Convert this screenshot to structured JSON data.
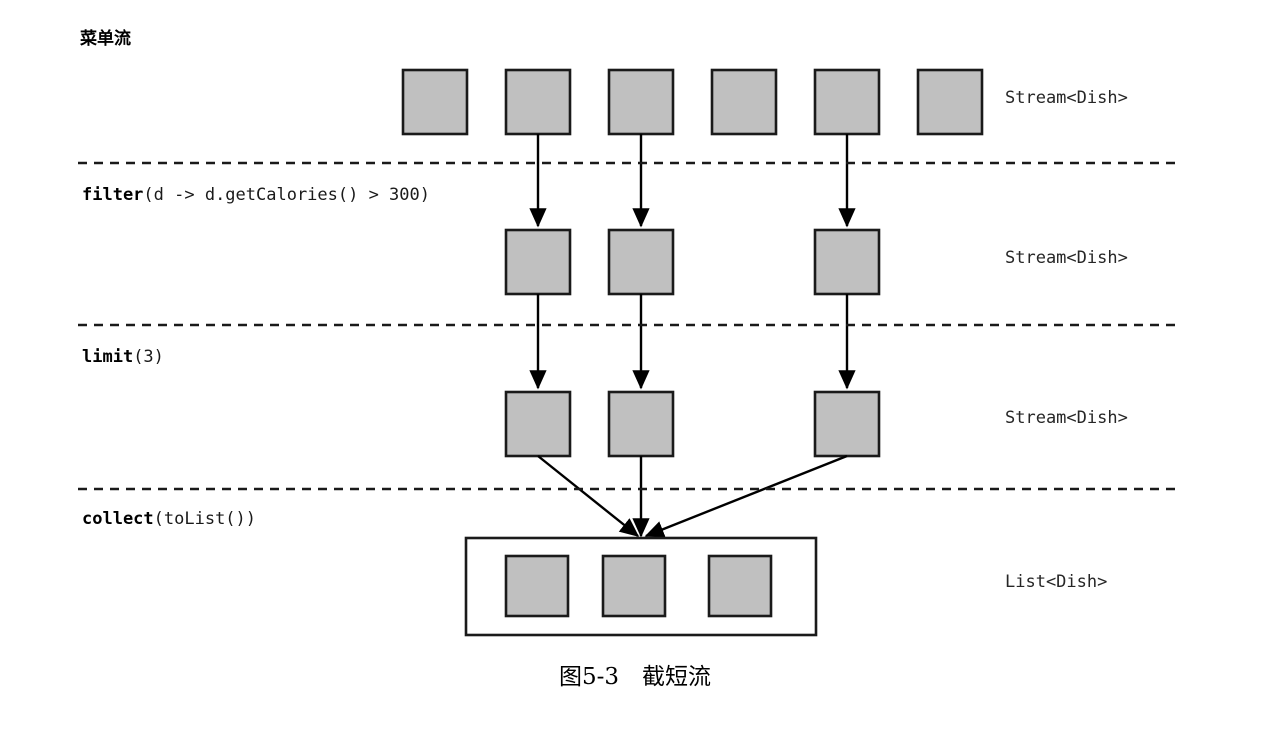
{
  "figure": {
    "stage_title": "菜单流",
    "caption": "图5-3　截短流",
    "colors": {
      "box_fill": "#c0c0c0",
      "box_stroke": "#1a1a1a",
      "line": "#000000",
      "dash": "#1a1a1a",
      "container_stroke": "#1a1a1a"
    }
  },
  "operations": [
    {
      "name": "filter",
      "args": "(d -> d.getCalories() > 300)"
    },
    {
      "name": "limit",
      "args": "(3)"
    },
    {
      "name": "collect",
      "args": "(toList())"
    }
  ],
  "type_labels": [
    {
      "text": "Stream<Dish>"
    },
    {
      "text": "Stream<Dish>"
    },
    {
      "text": "Stream<Dish>"
    },
    {
      "text": "List<Dish>"
    }
  ],
  "rows": [
    {
      "name": "source-stream",
      "type": "Stream<Dish>",
      "box_count": 6,
      "boxes_with_outgoing_arrow": [
        2,
        3,
        5
      ]
    },
    {
      "name": "after-filter-stream",
      "type": "Stream<Dish>",
      "box_count": 3,
      "box_columns": [
        2,
        3,
        5
      ]
    },
    {
      "name": "after-limit-stream",
      "type": "Stream<Dish>",
      "box_count": 3,
      "box_columns": [
        2,
        3,
        5
      ]
    },
    {
      "name": "result-list",
      "type": "List<Dish>",
      "box_count": 3,
      "container": true
    }
  ],
  "dividers": [
    {
      "name": "divider-above-filter"
    },
    {
      "name": "divider-above-limit"
    },
    {
      "name": "divider-above-collect"
    }
  ]
}
